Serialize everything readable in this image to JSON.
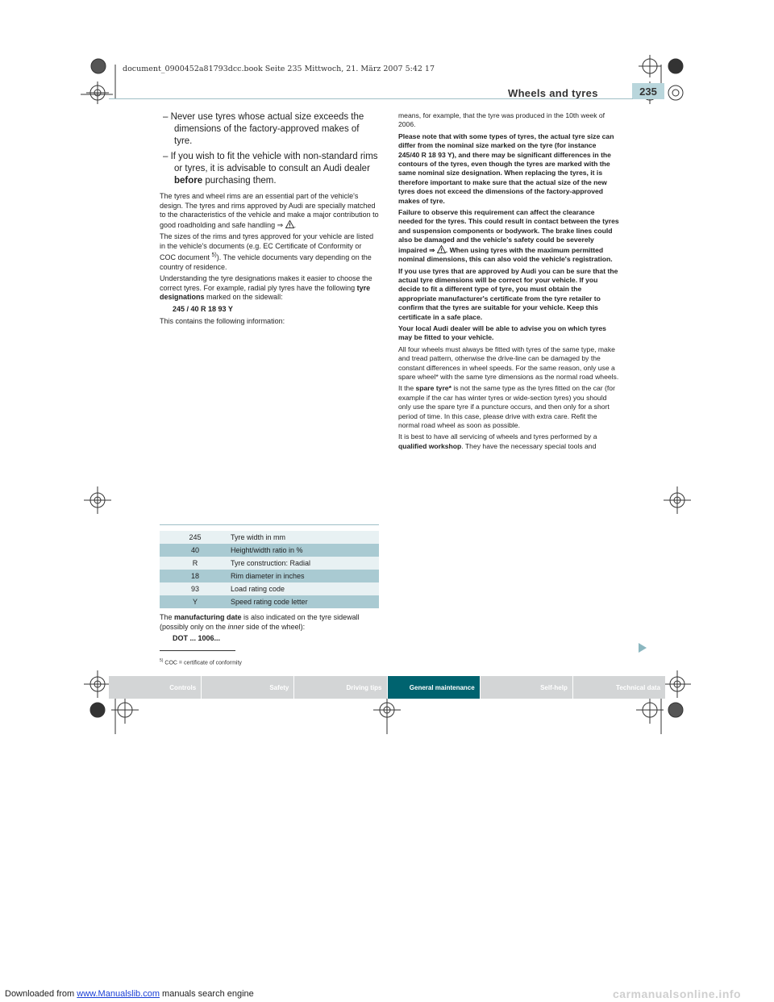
{
  "header": {
    "title": "Wheels and tyres",
    "page_number": "235",
    "book_line": "document_0900452a81793dcc.book  Seite 235  Mittwoch, 21. März 2007  5:42 17"
  },
  "left": {
    "bullet1": "– Never use tyres whose actual size exceeds the dimen­sions of the factory-approved makes of tyre.",
    "bullet2_a": "– If you wish to fit the vehicle with non-standard rims or tyres, it is advisable to consult an Audi dealer ",
    "bullet2_b": "before",
    "bullet2_c": " purchasing them.",
    "p1_a": "The tyres and wheel rims are an essential part of the vehicle's design. The tyres and rims approved by Audi are specially matched to the characteristics of the vehicle and make a major contribution to good roadholding and safe handling ⇒ ",
    "p1_b": ".",
    "p2_a": "The sizes of the rims and tyres approved for your vehicle are listed in the vehicle's documents (e.g. EC Certificate of Conformity or COC document ",
    "p2_sup": "5)",
    "p2_b": "). The vehicle documents vary depending on the country of residence.",
    "p3_a": "Understanding the tyre designations makes it easier to choose the correct tyres. For example, radial ply tyres have the following ",
    "p3_b": "tyre designations",
    "p3_c": " marked on the sidewall:",
    "designation": "245 / 40 R 18 93 Y",
    "p4": "This contains the following information:",
    "p5_a": "The ",
    "p5_b": "manufacturing date",
    "p5_c": " is also indicated on the tyre sidewall (possibly only on the ",
    "p5_d": "inner",
    "p5_e": " side of the wheel):",
    "dot": "DOT ... 1006...",
    "footnote_mark": "5)",
    "footnote": "COC = certificate of conformity"
  },
  "table": {
    "rows": [
      {
        "code": "245",
        "desc": "Tyre width in mm"
      },
      {
        "code": "40",
        "desc": "Height/width ratio in %"
      },
      {
        "code": "R",
        "desc": "Tyre construction: Radial"
      },
      {
        "code": "18",
        "desc": "Rim diameter in inches"
      },
      {
        "code": "93",
        "desc": "Load rating code"
      },
      {
        "code": "Y",
        "desc": "Speed rating code letter"
      }
    ]
  },
  "right": {
    "p1": "means, for example, that the tyre was produced in the 10th week of 2006.",
    "p2": "Please note that with some types of tyres, the actual tyre size can differ from the nominal size marked on the tyre (for instance 245/40 R 18 93 Y), and there may be significant differences in the contours of the tyres, even though the tyres are marked with the same nominal size designation. When replacing the tyres, it is therefore important to make sure that the actual size of the new tyres does not exceed the dimensions of the factory-approved makes of tyre.",
    "p3_a": "Failure to observe this requirement can affect the clearance needed for the tyres. This could result in contact between the tyres and suspension components or bodywork. The brake lines could also be damaged and the vehicle's safety could be severely impaired ⇒ ",
    "p3_b": ". When using tyres with the maximum permitted nominal dimen­sions, this can also void the vehicle's registration.",
    "p4": "If you use tyres that are approved by Audi you can be sure that the actual tyre dimensions will be correct for your vehicle. If you decide to fit a different type of tyre, you must obtain the appropriate manu­facturer's certificate from the tyre retailer to confirm that the tyres are suitable for your vehicle. Keep this certificate in a safe place.",
    "p5": "Your local Audi dealer will be able to advise you on which tyres may be fitted to your vehicle.",
    "p6": "All four wheels must always be fitted with tyres of the same type, make and tread pattern, otherwise the drive-line can be damaged by the constant differences in wheel speeds. For the same reason, only use a spare wheel* with the same tyre dimensions as the normal road wheels.",
    "p7_a": "It the ",
    "p7_b": "spare tyre*",
    "p7_c": " is not the same type as the tyres fitted on the car (for example if the car has winter tyres or wide-section tyres) you should only use the spare tyre if a puncture occurs, and then only for a short period of time. In this case, please drive with extra care. Refit the normal road wheel as soon as possible.",
    "p8_a": "It is best to have all servicing of wheels and tyres performed by a ",
    "p8_b": "qualified workshop",
    "p8_c": ". They have the necessary special tools and"
  },
  "footer": {
    "tabs": [
      "Controls",
      "Safety",
      "Driving tips",
      "General maintenance",
      "Self-help",
      "Technical data"
    ],
    "active_tab": "General maintenance"
  },
  "watermark": {
    "prefix": "Downloaded from ",
    "link": "www.Manualslib.com",
    "suffix": " manuals search engine",
    "right": "carmanualsonline.info"
  },
  "colors": {
    "accent": "#00636f",
    "table_dark": "#a9cad2",
    "table_light": "#e8f1f3",
    "tab_grey": "#d3d5d6"
  }
}
